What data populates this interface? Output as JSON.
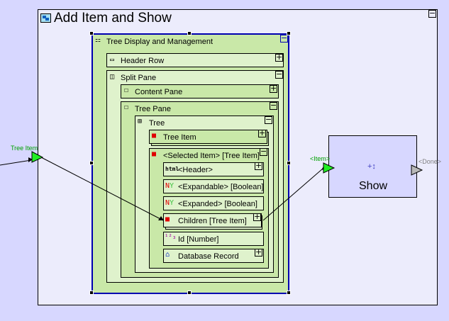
{
  "diagram": {
    "title": "Add Item and Show",
    "input_port": {
      "label": "Tree Item",
      "color": "#00b000"
    },
    "container": {
      "title": "Tree Display and Management",
      "items": [
        {
          "label": "Header Row",
          "icon": "header-row-icon",
          "glyph": "▭",
          "toggle": "+"
        },
        {
          "label": "Split Pane",
          "icon": "split-pane-icon",
          "glyph": "◫",
          "toggle": "−"
        },
        {
          "label": "Content Pane",
          "icon": "pane-icon",
          "glyph": "☐",
          "toggle": "+"
        },
        {
          "label": "Tree Pane",
          "icon": "pane-icon",
          "glyph": "☐",
          "toggle": "−"
        },
        {
          "label": "Tree",
          "icon": "tree-icon",
          "glyph": "⊞",
          "toggle": "−"
        },
        {
          "label": "Tree Item",
          "icon": "tree-item-icon",
          "glyph": "■",
          "toggle": "+"
        },
        {
          "label": "<Selected Item> [Tree Item]",
          "icon": "tree-item-icon",
          "glyph": "■",
          "toggle": "−"
        },
        {
          "label": "<Header>",
          "icon": "html-icon",
          "glyph": "html",
          "toggle": "+"
        },
        {
          "label": "<Expandable> [Boolean]",
          "icon": "boolean-icon",
          "glyph_n": "N",
          "glyph_y": "Y"
        },
        {
          "label": "<Expanded> [Boolean]",
          "icon": "boolean-icon",
          "glyph_n": "N",
          "glyph_y": "Y"
        },
        {
          "label": "Children [Tree Item]",
          "icon": "tree-item-icon",
          "glyph": "■",
          "toggle": "+"
        },
        {
          "label": "Id [Number]",
          "icon": "number-icon",
          "glyph": "¹²₃"
        },
        {
          "label": "Database Record",
          "icon": "database-icon",
          "glyph": "⌂",
          "toggle": "+"
        }
      ],
      "toggle": "−"
    },
    "show_block": {
      "label": "Show",
      "symbol": "+↕",
      "in_port": "<Item>",
      "out_port": "<Done>"
    },
    "outer_toggle": "−",
    "colors": {
      "background": "#d7d7ff",
      "canvas": "#ececfc",
      "container_green": "#c9e8a8",
      "nested_green": "#dff2cc",
      "selection_blue": "#0000b0",
      "port_green": "#22ee22",
      "port_gray": "#b8b8b8"
    }
  }
}
